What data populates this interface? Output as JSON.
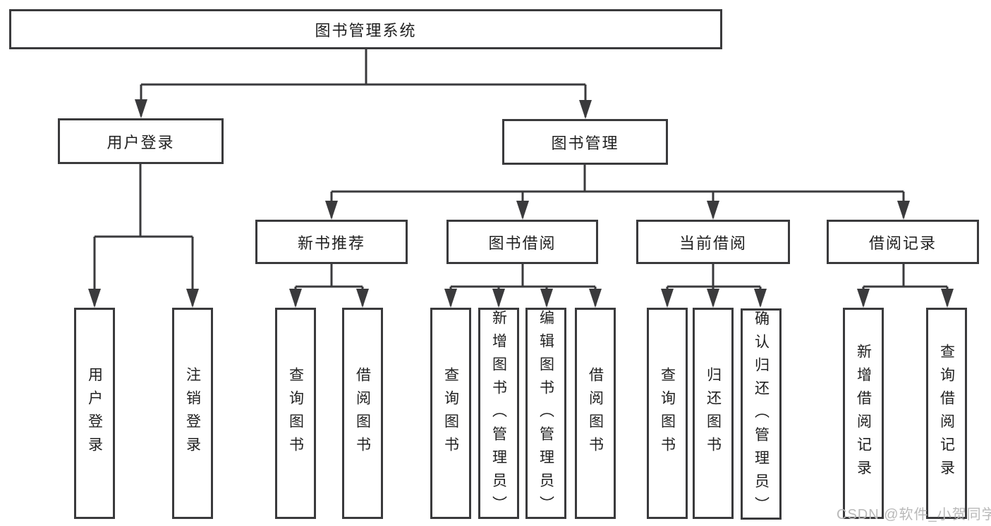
{
  "diagram": {
    "nodes": {
      "root": "图书管理系统",
      "login": "用户登录",
      "mgmt": "图书管理",
      "newbook": "新书推荐",
      "borrow": "图书借阅",
      "current": "当前借阅",
      "records": "借阅记录",
      "user_login": "用户登录",
      "logout": "注销登录",
      "nb_query": "查询图书",
      "nb_borrow": "借阅图书",
      "bb_query": "查询图书",
      "bb_add": "新增图书（管理员）",
      "bb_edit": "编辑图书（管理员）",
      "bb_borrow": "借阅图书",
      "cb_query": "查询图书",
      "cb_return": "归还图书",
      "cb_confirm": "确认归还（管理员）",
      "br_add": "新增借阅记录",
      "br_query": "查询借阅记录"
    }
  },
  "watermark": "CSDN @软件_小贺同学",
  "colors": {
    "line": "#3a3a3c",
    "text": "#212121",
    "watermark": "#b9b9b9",
    "background": "#ffffff"
  }
}
